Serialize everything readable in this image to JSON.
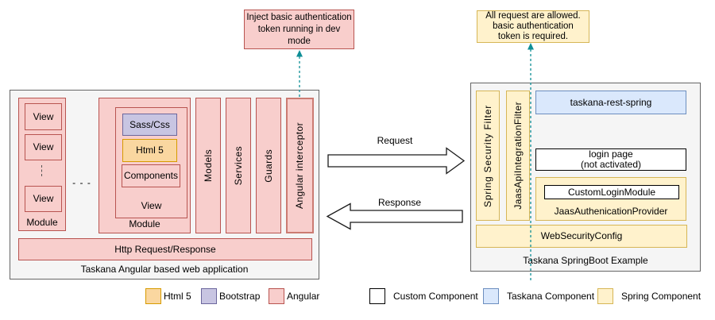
{
  "notes": {
    "dev_token": "Inject basic authentication\ntoken running in dev\nmode",
    "auth_required": "All request are allowed.\nbasic authentication\ntoken is required."
  },
  "arrows": {
    "request": "Request",
    "response": "Response"
  },
  "angular_app": {
    "title": "Taskana Angular based web application",
    "module_left": {
      "label": "Module",
      "views": [
        "View",
        "View",
        "View"
      ]
    },
    "between_modules": "- - -",
    "module_right": {
      "label": "Module",
      "view_label": "View",
      "layers": {
        "sass": "Sass/Css",
        "html": "Html 5",
        "components": "Components"
      }
    },
    "columns": [
      "Models",
      "Services",
      "Guards",
      "Angular interceptor"
    ],
    "http_bar": "Http Request/Response"
  },
  "spring_app": {
    "title": "Taskana SpringBoot Example",
    "filters": [
      "Spring Security Filter",
      "JaasApiIntegrationFilter"
    ],
    "rest": "taskana-rest-spring",
    "login": "login page\n(not activated)",
    "provider_label": "JaasAuthenicationProvider",
    "custom_login": "CustomLoginModule",
    "web_security": "WebSecurityConfig"
  },
  "legend": [
    {
      "label": "Html 5"
    },
    {
      "label": "Bootstrap"
    },
    {
      "label": "Angular"
    },
    {
      "label": "Custom Component"
    },
    {
      "label": "Taskana Component"
    },
    {
      "label": "Spring Component"
    }
  ],
  "colors": {
    "angular_fill": "#f8cecc",
    "angular_border": "#b85450",
    "interceptor_border": "#cb7b72",
    "html5_fill": "#fad7a0",
    "html5_border": "#d79b00",
    "bootstrap_fill": "#c8c5e2",
    "bootstrap_border": "#6c679d",
    "taskana_fill": "#dae8fc",
    "taskana_border": "#6c8ebf",
    "spring_fill": "#fff2cc",
    "spring_border": "#d6b656",
    "custom_fill": "#ffffff",
    "custom_border": "#000000",
    "container_fill": "#f5f5f5",
    "container_border": "#666666",
    "connector_teal": "#0e8e96"
  }
}
